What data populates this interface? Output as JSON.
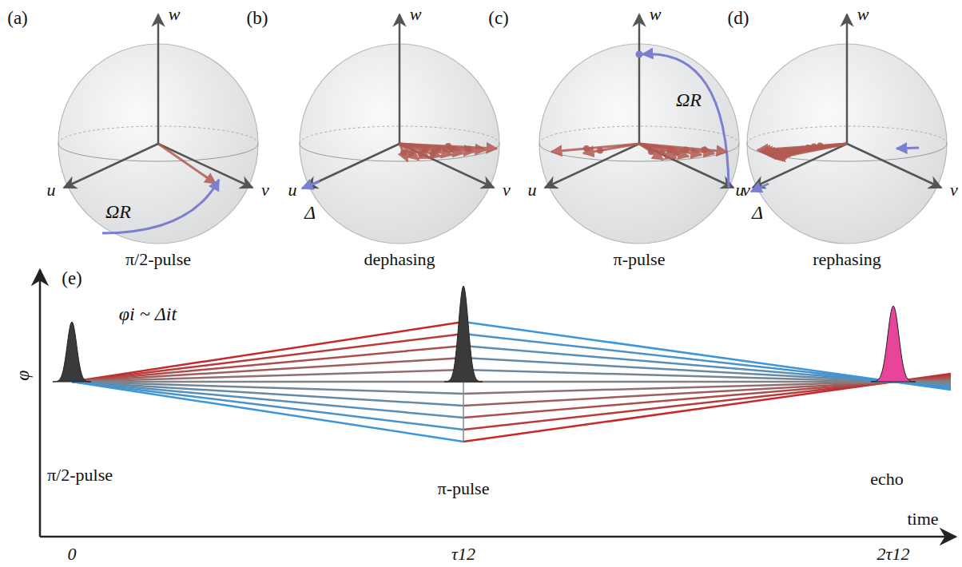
{
  "diagram": {
    "labels": [
      "(a)",
      "w",
      "u",
      "v",
      "ΩR",
      "π/2-pulse",
      "(b)",
      "w",
      "u",
      "v",
      "Δ",
      "dephasing",
      "(c)",
      "w",
      "u",
      "v",
      "ΩR",
      "π-pulse",
      "(d)",
      "w",
      "u",
      "v",
      "Δ",
      "rephasing",
      "(e)",
      "φi ~ Δit",
      "φ",
      "π/2-pulse",
      "π-pulse",
      "echo",
      "0",
      "τ12",
      "2τ12",
      "time"
    ]
  }
}
